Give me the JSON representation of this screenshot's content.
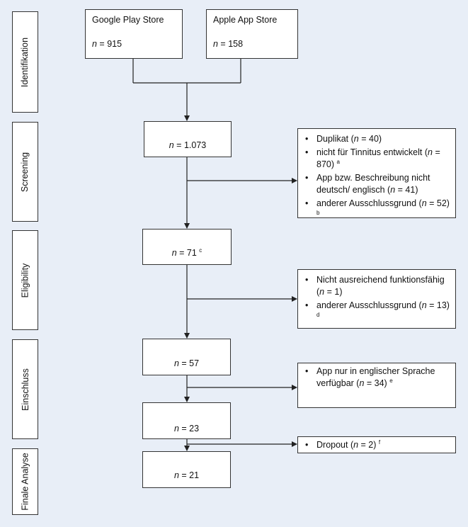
{
  "stages": [
    {
      "id": "identifikation",
      "label": "Identifikation"
    },
    {
      "id": "screening",
      "label": "Screening"
    },
    {
      "id": "eligibility",
      "label": "Eligibility"
    },
    {
      "id": "einschluss",
      "label": "Einschluss"
    },
    {
      "id": "finale",
      "label": "Finale Analyse"
    }
  ],
  "sources": {
    "google": {
      "title": "Google Play Store",
      "n_symbol": "n",
      "n_text": " = 915"
    },
    "apple": {
      "title": "Apple App Store",
      "n_symbol": "n",
      "n_text": " = 158"
    }
  },
  "flow": {
    "screening": {
      "n_symbol": "n",
      "n_text": " = 1.073"
    },
    "eligibility": {
      "n_symbol": "n",
      "n_text": " = 71 ",
      "sup": "c"
    },
    "einschluss": {
      "n_symbol": "n",
      "n_text": " = 57"
    },
    "english_removed": {
      "n_symbol": "n",
      "n_text": " = 23"
    },
    "final": {
      "n_symbol": "n",
      "n_text": " = 21"
    }
  },
  "exclusions": {
    "screening": [
      {
        "pre": "Duplikat (",
        "n": "n",
        "post": " = 40)",
        "sup": ""
      },
      {
        "pre": "nicht für Tinnitus entwickelt (",
        "n": "n",
        "post": " = 870) ",
        "sup": "a"
      },
      {
        "pre": "App bzw. Beschreibung nicht deutsch/ englisch (",
        "n": "n",
        "post": " = 41)",
        "sup": ""
      },
      {
        "pre": "anderer Ausschlussgrund (",
        "n": "n",
        "post": " = 52) ",
        "sup": "b"
      }
    ],
    "eligibility": [
      {
        "pre": "Nicht ausreichend funktionsfähig (",
        "n": "n",
        "post": " = 1)",
        "sup": ""
      },
      {
        "pre": "anderer Ausschlussgrund (",
        "n": "n",
        "post": " = 13) ",
        "sup": "d"
      }
    ],
    "einschluss": [
      {
        "pre": "App nur in englischer Sprache verfügbar (",
        "n": "n",
        "post": " = 34) ",
        "sup": "e"
      }
    ],
    "dropout": [
      {
        "pre": "Dropout (",
        "n": "n",
        "post": " = 2) ",
        "sup": "f"
      }
    ]
  }
}
